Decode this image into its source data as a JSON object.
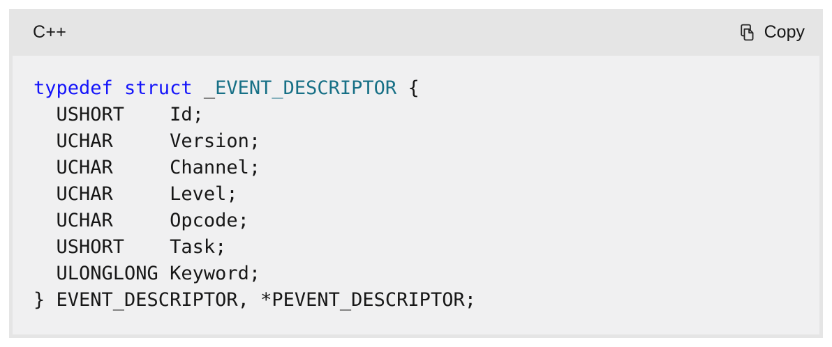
{
  "code_block": {
    "header": {
      "language_label": "C++",
      "copy_button": {
        "label": "Copy",
        "icon": "copy-icon"
      }
    },
    "colors": {
      "frame_bg": "#e5e5e5",
      "code_bg": "#f0f0f1",
      "plain_text": "#171717",
      "keyword": "#1414fa",
      "type_name": "#177086",
      "page_bg": "#ffffff"
    },
    "code": {
      "language": "cpp",
      "lines": [
        [
          {
            "text": "typedef struct",
            "style": "keyword"
          },
          {
            "text": " _",
            "style": "plain"
          },
          {
            "text": "EVENT_DESCRIPTOR",
            "style": "type"
          },
          {
            "text": " {",
            "style": "plain"
          }
        ],
        [
          {
            "text": "  USHORT    Id;",
            "style": "plain"
          }
        ],
        [
          {
            "text": "  UCHAR     Version;",
            "style": "plain"
          }
        ],
        [
          {
            "text": "  UCHAR     Channel;",
            "style": "plain"
          }
        ],
        [
          {
            "text": "  UCHAR     Level;",
            "style": "plain"
          }
        ],
        [
          {
            "text": "  UCHAR     Opcode;",
            "style": "plain"
          }
        ],
        [
          {
            "text": "  USHORT    Task;",
            "style": "plain"
          }
        ],
        [
          {
            "text": "  ULONGLONG Keyword;",
            "style": "plain"
          }
        ],
        [
          {
            "text": "} EVENT_DESCRIPTOR, *PEVENT_DESCRIPTOR;",
            "style": "plain"
          }
        ]
      ]
    }
  }
}
